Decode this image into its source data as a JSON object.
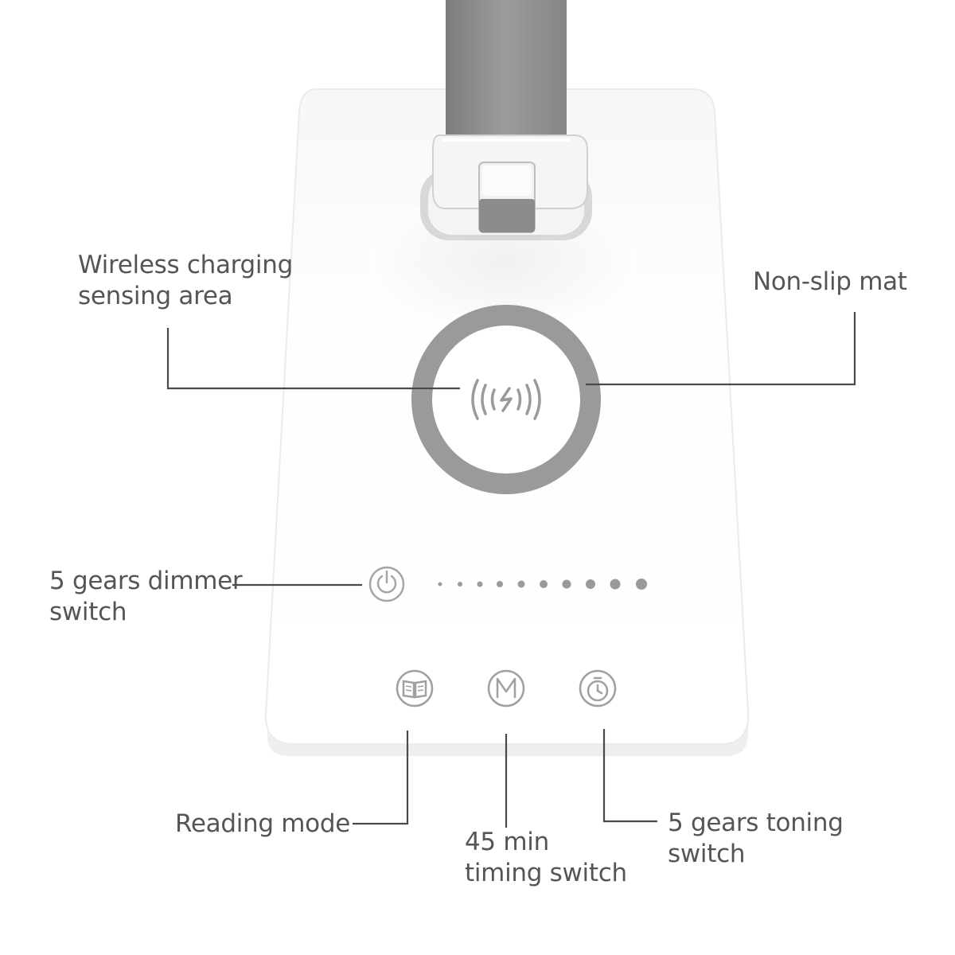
{
  "labels": {
    "wireless": {
      "line1": "Wireless charging",
      "line2": "sensing area"
    },
    "nonslip": {
      "line1": "Non-slip mat"
    },
    "dimmer": {
      "line1": "5 gears dimmer",
      "line2": "switch"
    },
    "reading": {
      "line1": "Reading mode"
    },
    "timing": {
      "line1": "45 min",
      "line2": "timing switch"
    },
    "toning": {
      "line1": "5 gears toning",
      "line2": "switch"
    }
  },
  "icons": {
    "power": "power-icon",
    "reading": "book-icon",
    "mode": "m-icon",
    "timer": "stopwatch-icon",
    "wireless": "wireless-charging-icon"
  },
  "colors": {
    "base": "#fdfdfd",
    "ring": "#9a9a9a",
    "arm": "#909090",
    "text": "#555555",
    "leader": "#4a4a4a"
  }
}
